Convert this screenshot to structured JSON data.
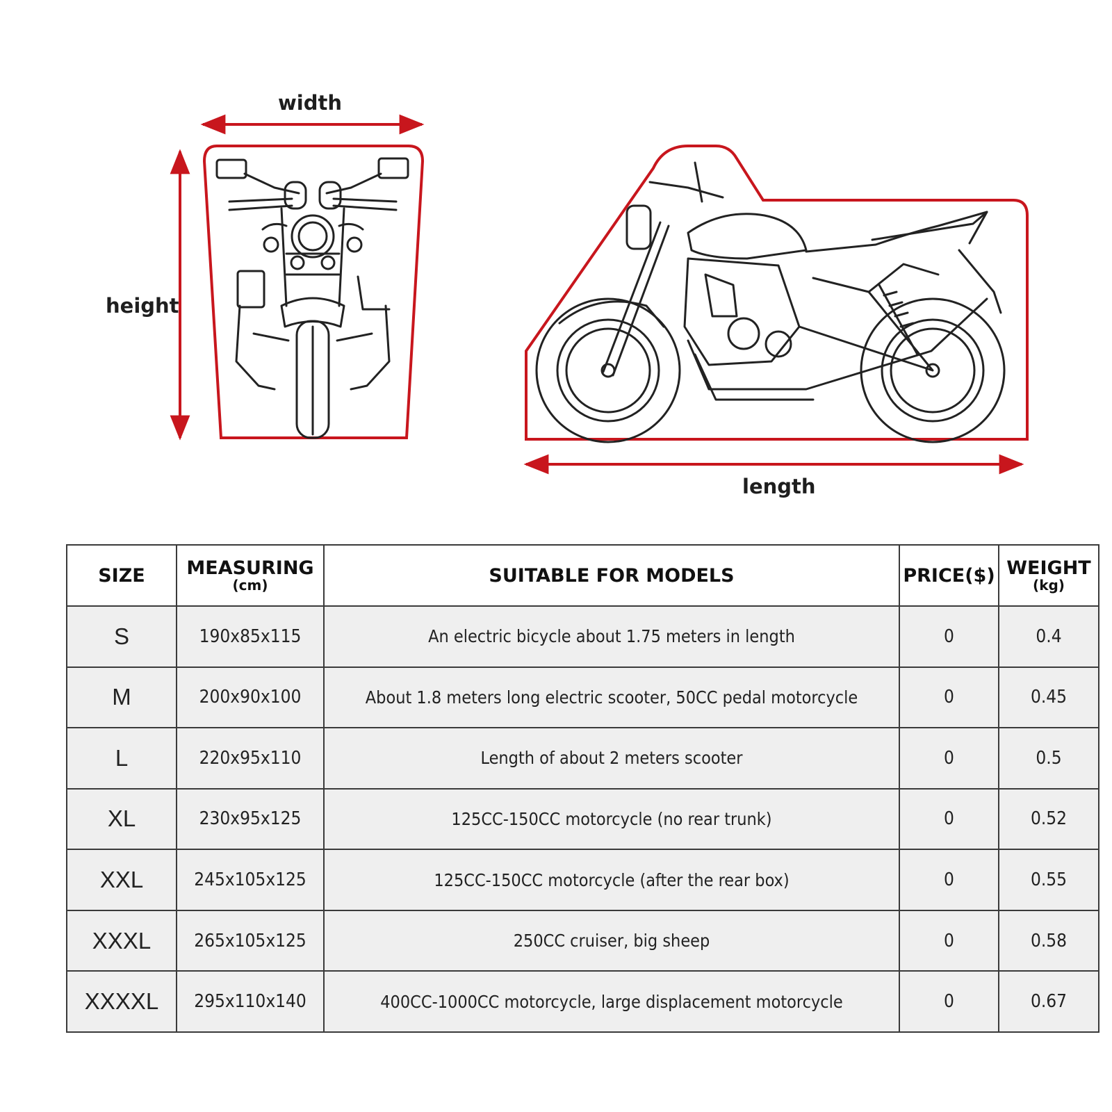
{
  "diagram": {
    "width_label": "width",
    "height_label": "height",
    "length_label": "length",
    "outline_color": "#c8161d",
    "arrow_color": "#c8161d",
    "front_view_icon": "motorcycle-front-view-icon",
    "side_view_icon": "motorcycle-side-view-icon"
  },
  "table": {
    "headers": {
      "size": "SIZE",
      "measuring": "MEASURING",
      "measuring_unit": "(cm)",
      "models": "SUITABLE FOR MODELS",
      "price": "PRICE($)",
      "weight": "WEIGHT",
      "weight_unit": "(kg)"
    },
    "rows": [
      {
        "size": "S",
        "measuring": "190x85x115",
        "models": "An electric bicycle about 1.75 meters in length",
        "price": "0",
        "weight": "0.4"
      },
      {
        "size": "M",
        "measuring": "200x90x100",
        "models": "About 1.8 meters long electric scooter, 50CC pedal motorcycle",
        "price": "0",
        "weight": "0.45"
      },
      {
        "size": "L",
        "measuring": "220x95x110",
        "models": "Length of about 2 meters scooter",
        "price": "0",
        "weight": "0.5"
      },
      {
        "size": "XL",
        "measuring": "230x95x125",
        "models": "125CC-150CC motorcycle (no rear trunk)",
        "price": "0",
        "weight": "0.52"
      },
      {
        "size": "XXL",
        "measuring": "245x105x125",
        "models": "125CC-150CC motorcycle (after the rear box)",
        "price": "0",
        "weight": "0.55"
      },
      {
        "size": "XXXL",
        "measuring": "265x105x125",
        "models": "250CC cruiser, big sheep",
        "price": "0",
        "weight": "0.58"
      },
      {
        "size": "XXXXL",
        "measuring": "295x110x140",
        "models": "400CC-1000CC motorcycle, large displacement motorcycle",
        "price": "0",
        "weight": "0.67"
      }
    ]
  }
}
